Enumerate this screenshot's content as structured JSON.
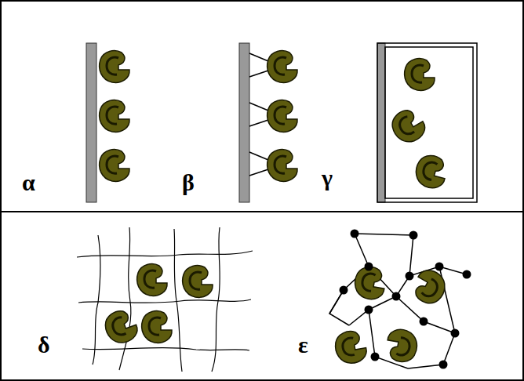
{
  "diagram": {
    "labels": [
      "α",
      "β",
      "γ",
      "δ",
      "ε"
    ]
  }
}
